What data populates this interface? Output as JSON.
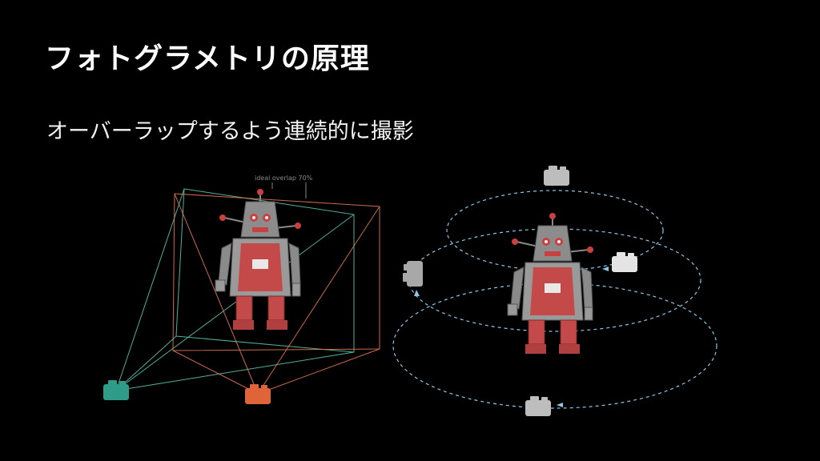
{
  "slide": {
    "title": "フォトグラメトリの原理",
    "subtitle": "オーバーラップするよう連続的に撮影"
  },
  "left_diagram": {
    "overlap_label": "ideal overlap 70%",
    "colors": {
      "camera_a": "#2f9c8a",
      "camera_b": "#e0643a",
      "frustum_a": "#5fd0b6",
      "frustum_b": "#f07c58"
    }
  },
  "right_diagram": {
    "colors": {
      "orbit": "#8fc6e6",
      "camera": "#bdbdbd"
    }
  },
  "icons": {
    "camera": "camera-icon",
    "robot": "robot-toy-image"
  }
}
